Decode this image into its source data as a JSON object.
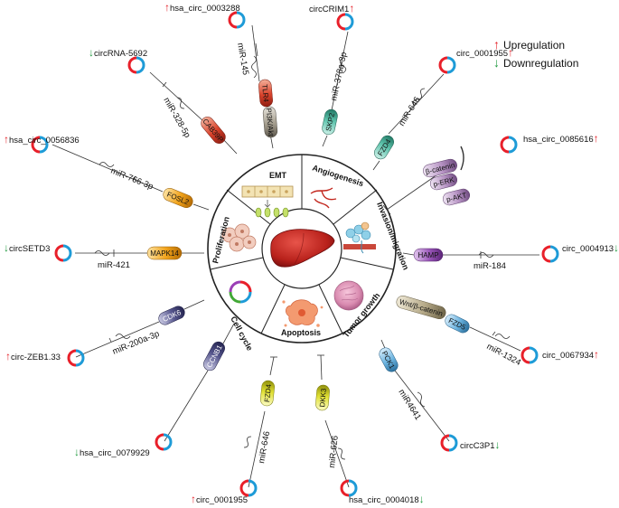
{
  "colors": {
    "up": "#e41e26",
    "down": "#1f9a3f",
    "ring_red": "#e8202a",
    "ring_blue": "#1e9bd7"
  },
  "legend": {
    "up_label": "Upregulation",
    "down_label": "Downregulation"
  },
  "sections": {
    "emt": "EMT",
    "angiogenesis": "Angiogenesis",
    "invasion": "Invasion/migration",
    "tumor_growth": "Tumor growth",
    "apoptosis": "Apoptosis",
    "cell_cycle": "Cell cycle",
    "proliferation": "Proliferation"
  },
  "circrnas": [
    {
      "id": "c1",
      "label": "hsa_circ_0003288",
      "dir": "up"
    },
    {
      "id": "c2",
      "label": "circCRIM1",
      "dir": "up"
    },
    {
      "id": "c3",
      "label": "circ_0001955",
      "dir": "up"
    },
    {
      "id": "c4",
      "label": "hsa_circ_0085616",
      "dir": "up"
    },
    {
      "id": "c5",
      "label": "circ_0004913",
      "dir": "down"
    },
    {
      "id": "c6",
      "label": "circ_0067934",
      "dir": "up"
    },
    {
      "id": "c7",
      "label": "circC3P1",
      "dir": "down"
    },
    {
      "id": "c8",
      "label": "hsa_circ_0004018",
      "dir": "down"
    },
    {
      "id": "c9",
      "label": "circ_0001955",
      "dir": "up"
    },
    {
      "id": "c10",
      "label": "hsa_circ_0079929",
      "dir": "down"
    },
    {
      "id": "c11",
      "label": "circ-ZEB1.33",
      "dir": "up"
    },
    {
      "id": "c12",
      "label": "circSETD3",
      "dir": "down"
    },
    {
      "id": "c13",
      "label": "hsa_circ_0056836",
      "dir": "up"
    },
    {
      "id": "c14",
      "label": "circRNA-5692",
      "dir": "down"
    }
  ],
  "mirnas": {
    "m1": "miR-145",
    "m2": "miR-378a-3p",
    "m3": "miR-646",
    "m5": "miR-184",
    "m6": "miR-1324",
    "m7": "miR4641",
    "m8": "miR-626",
    "m9": "miR-646",
    "m11": "miR-200a-3p",
    "m12": "miR-421",
    "m13": "miR-766-3p",
    "m14": "miR-328-5p"
  },
  "targets": {
    "t1a": "TLR4",
    "t1b": "PI3K/Akt",
    "t2": "SKP2",
    "t3": "FZD4",
    "t4a": "β-catenin",
    "t4b": "p-ERK",
    "t4c": "p-AKT",
    "t5": "HAMP",
    "t6a": "Wnt/β-catenin",
    "t6b": "FZD5",
    "t7": "PCK1",
    "t8": "DKK3",
    "t9": "FZD4",
    "t10": "CCNB1",
    "t11": "CDK6",
    "t12": "MAPK14",
    "t13": "FOSL2",
    "t14": "CAB39P"
  }
}
